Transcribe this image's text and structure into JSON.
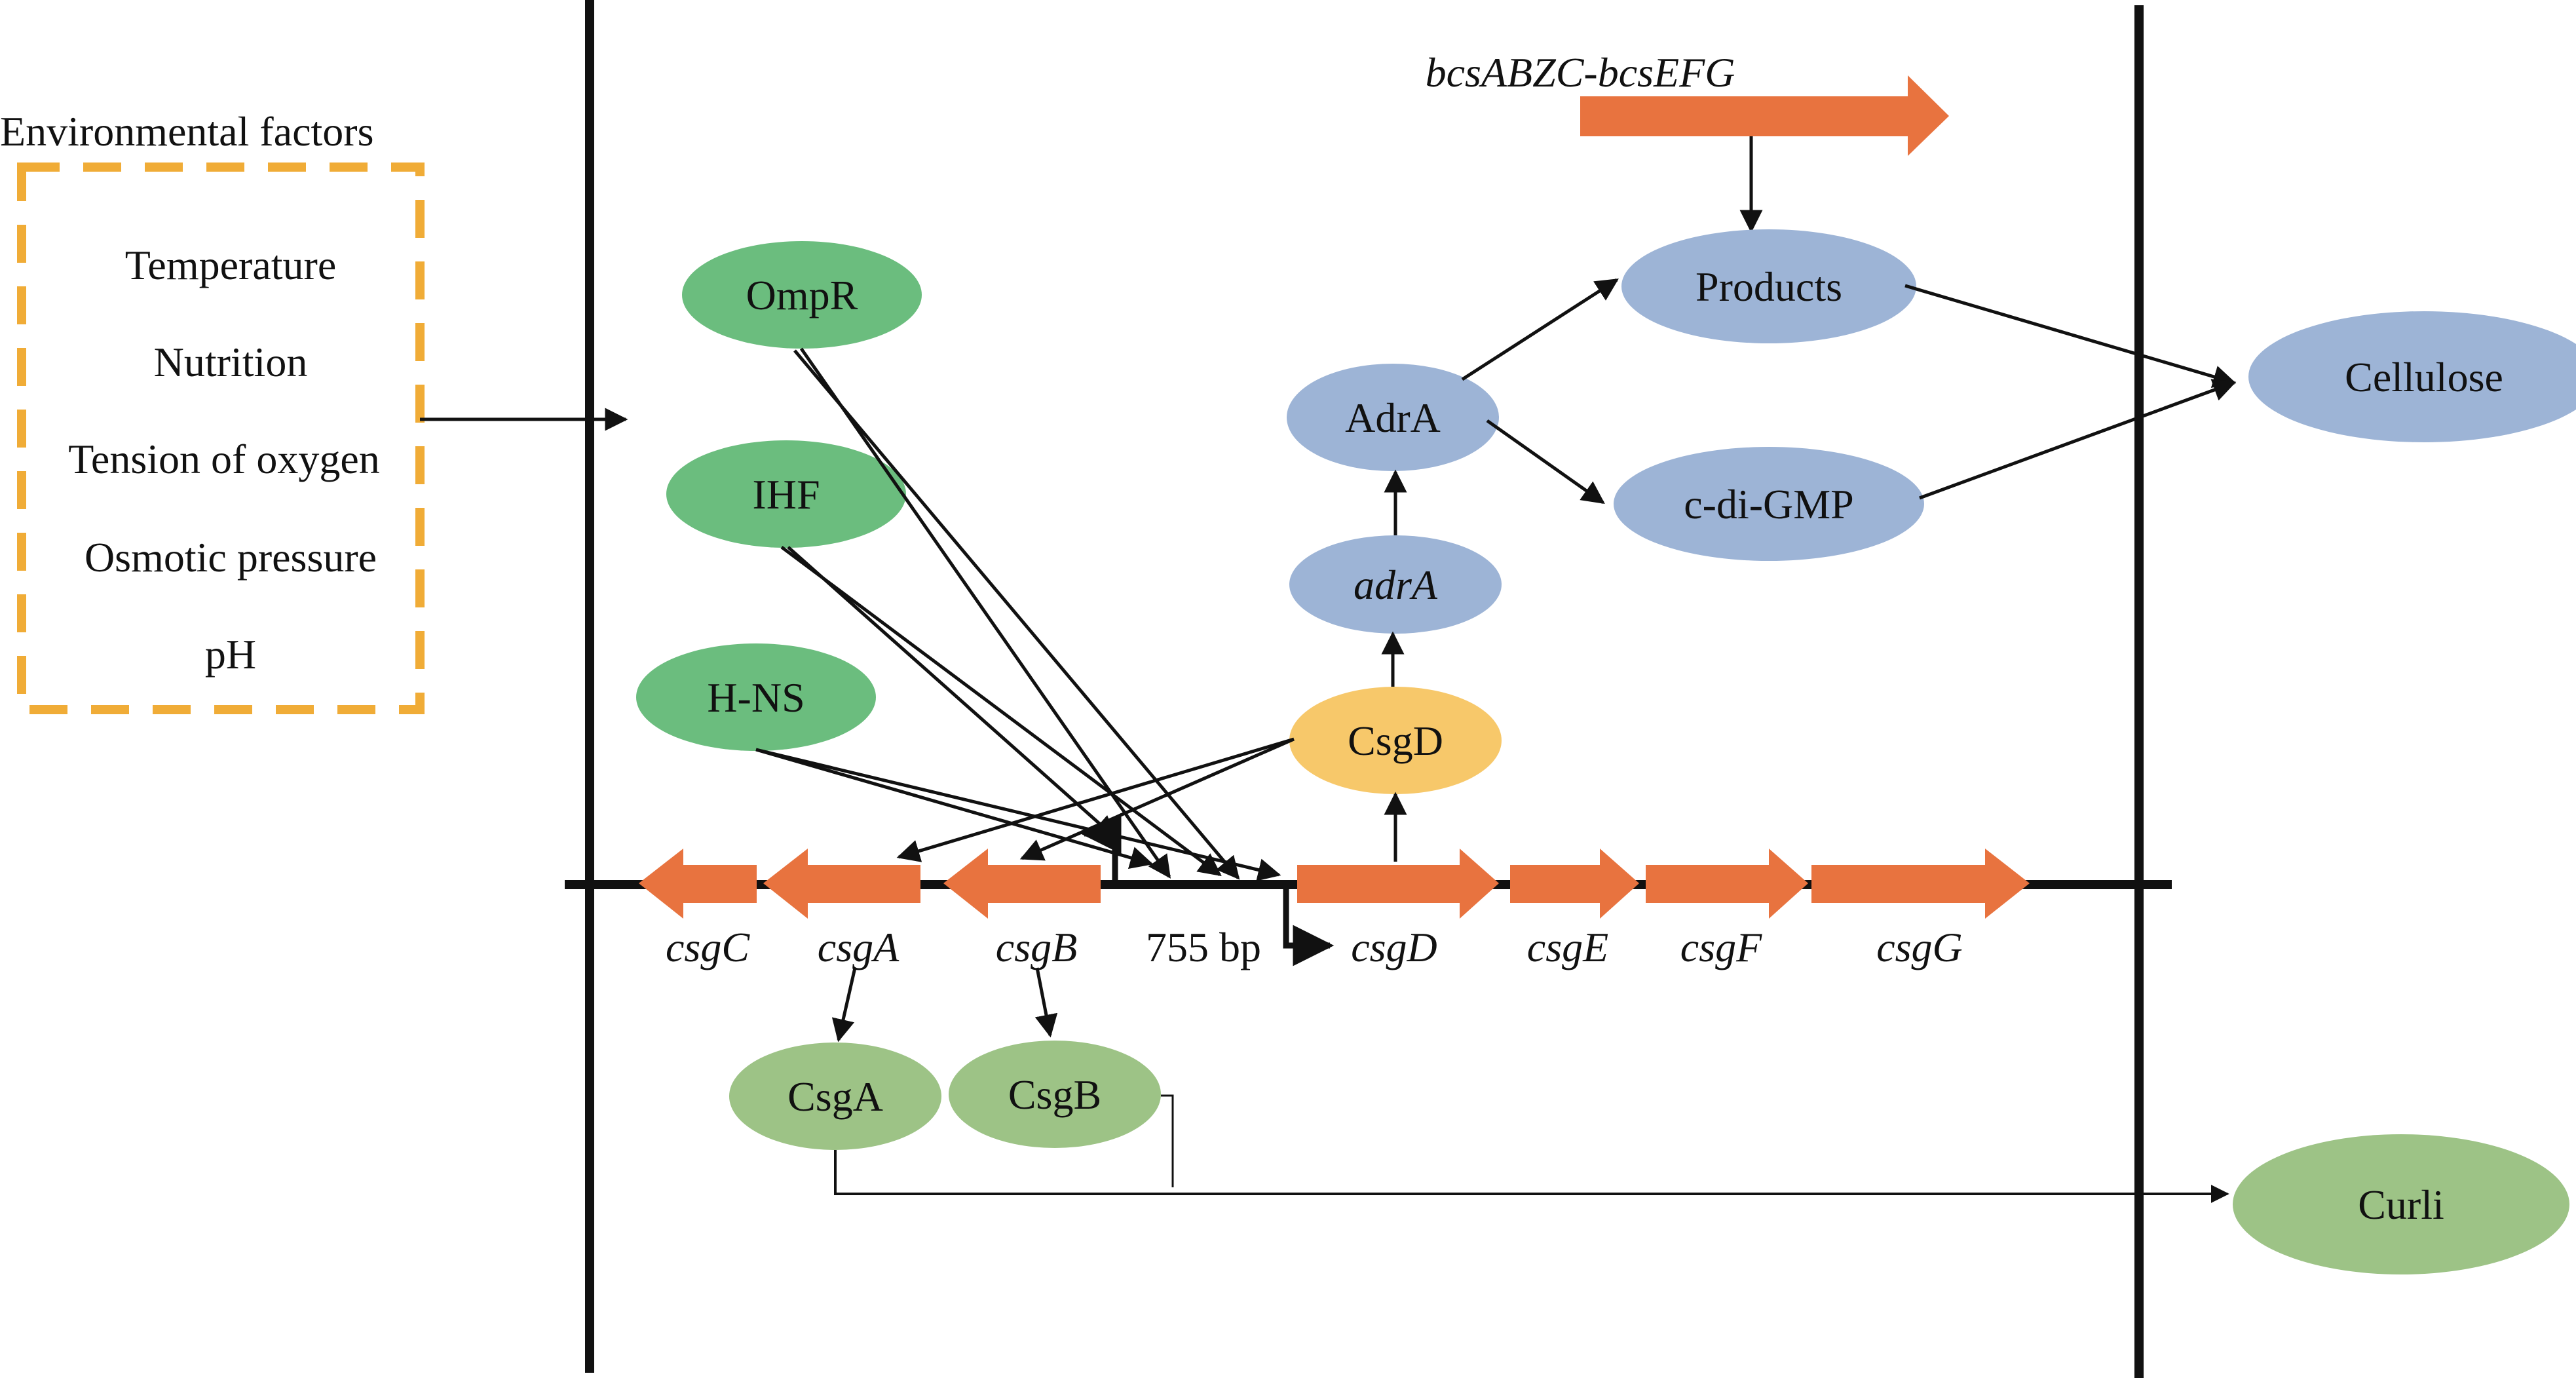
{
  "environment": {
    "title": "Environmental factors",
    "factors": [
      "Temperature",
      "Nutrition",
      "Tension of oxygen",
      "Osmotic pressure",
      "pH"
    ]
  },
  "regulators": {
    "ompr": "OmpR",
    "ihf": "IHF",
    "hns": "H-NS"
  },
  "operon": {
    "label": "bcsABZC-bcsEFG"
  },
  "nodes": {
    "products": "Products",
    "cellulose": "Cellulose",
    "adra_protein": "AdrA",
    "cdigmp": "c-di-GMP",
    "adra_gene": "adrA",
    "csgd_protein": "CsgD",
    "csga_protein": "CsgA",
    "csgb_protein": "CsgB",
    "curli": "Curli"
  },
  "genes": {
    "csgC": "csgC",
    "csgA": "csgA",
    "csgB": "csgB",
    "spacer": "755 bp",
    "csgD": "csgD",
    "csgE": "csgE",
    "csgF": "csgF",
    "csgG": "csgG"
  },
  "colors": {
    "green_dark": "#6bbd7e",
    "green_light": "#9dc386",
    "blue": "#9db4d6",
    "yellow": "#f7c86a",
    "orange_gene": "#e8733f",
    "dash_border": "#f0ac37",
    "line": "#111111"
  }
}
